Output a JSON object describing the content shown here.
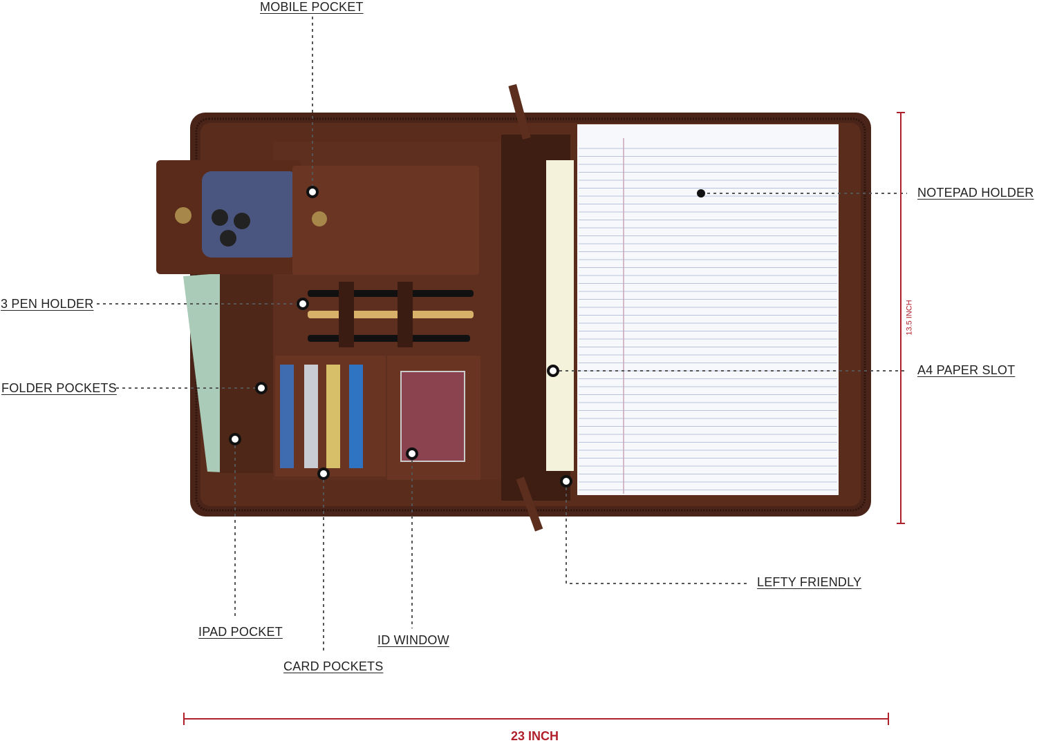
{
  "labels": {
    "mobile_pocket": "MOBILE POCKET",
    "notepad_holder": "NOTEPAD HOLDER",
    "pen_holder": "3 PEN HOLDER",
    "folder_pockets": "FOLDER POCKETS",
    "a4_paper_slot": "A4 PAPER SLOT",
    "ipad_pocket": "IPAD POCKET",
    "card_pockets": "CARD POCKETS",
    "id_window": "ID WINDOW",
    "lefty_friendly": "LEFTY FRIENDLY"
  },
  "dimensions": {
    "height": "13.5 INCH",
    "width": "23 INCH",
    "color": "#b0202a"
  },
  "colors": {
    "leather": "#4a2418",
    "leather_light": "#6b3524",
    "paper": "#f7f8fc",
    "paper_lines": "#b9c2dc"
  }
}
